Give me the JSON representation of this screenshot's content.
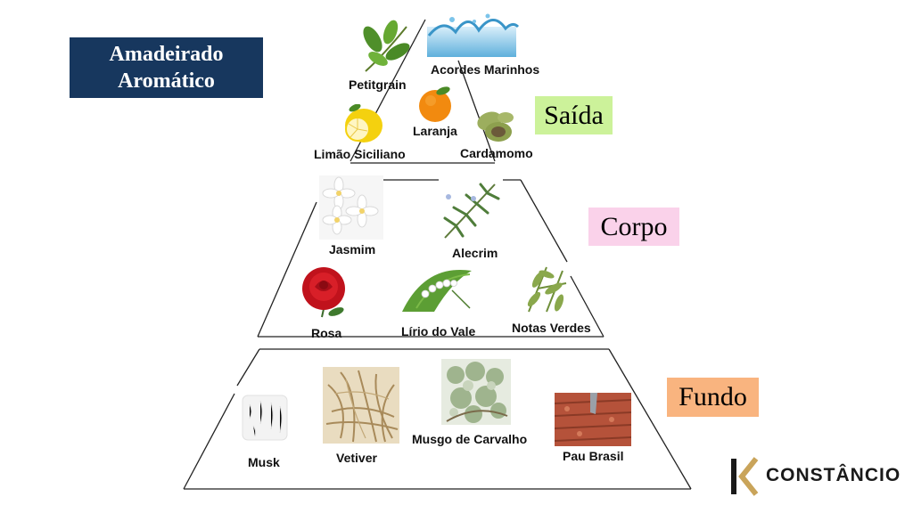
{
  "title": {
    "line1": "Amadeirado",
    "line2": "Aromático"
  },
  "tiers": {
    "saida": "Saída",
    "corpo": "Corpo",
    "fundo": "Fundo"
  },
  "ingredients": {
    "petitgrain": "Petitgrain",
    "acordes_marinhos": "Acordes Marinhos",
    "laranja": "Laranja",
    "limao": "Limão Siciliano",
    "cardamomo": "Cardamomo",
    "jasmim": "Jasmim",
    "alecrim": "Alecrim",
    "rosa": "Rosa",
    "lirio": "Lírio do Vale",
    "notas_verdes": "Notas Verdes",
    "musk": "Musk",
    "vetiver": "Vetiver",
    "musgo": "Musgo de Carvalho",
    "pau_brasil": "Pau Brasil"
  },
  "logo": {
    "text": "CONSTÂNCIO",
    "mark_color": "#1a1a1a",
    "accent_color": "#c9a45a"
  },
  "colors": {
    "title_bg": "#17375e",
    "saida_bg": "#ccf29a",
    "corpo_bg": "#fad2ea",
    "fundo_bg": "#f9b47f"
  }
}
